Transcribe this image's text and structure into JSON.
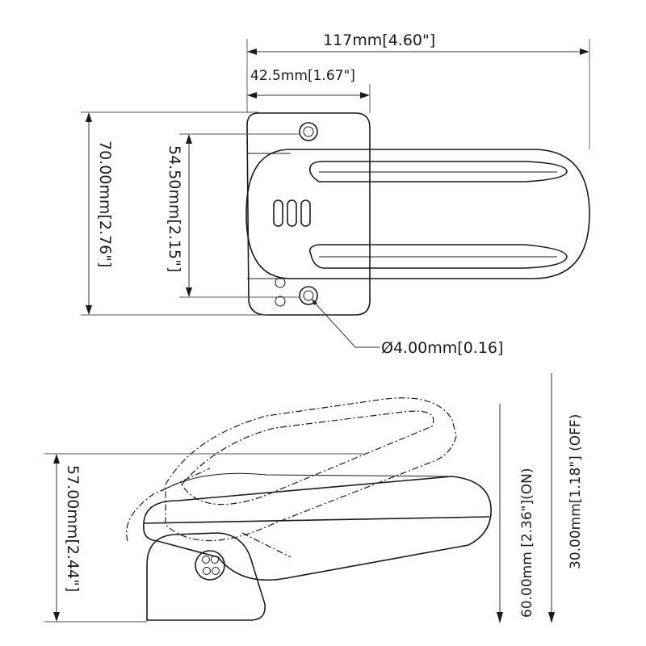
{
  "dimensions": {
    "overall_length": "117mm[4.60\"]",
    "mount_width": "42.5mm[1.67\"]",
    "overall_height": "70.00mm[2.76\"]",
    "hole_spacing": "54.50mm[2.15\"]",
    "hole_diameter": "Ø4.00mm[0.16]",
    "side_height": "57.00mm[2.44\"]",
    "tilt_on": "60.00mm [2.36\"](ON)",
    "tilt_off": "30.00mm[1.18\"] (OFF)"
  }
}
